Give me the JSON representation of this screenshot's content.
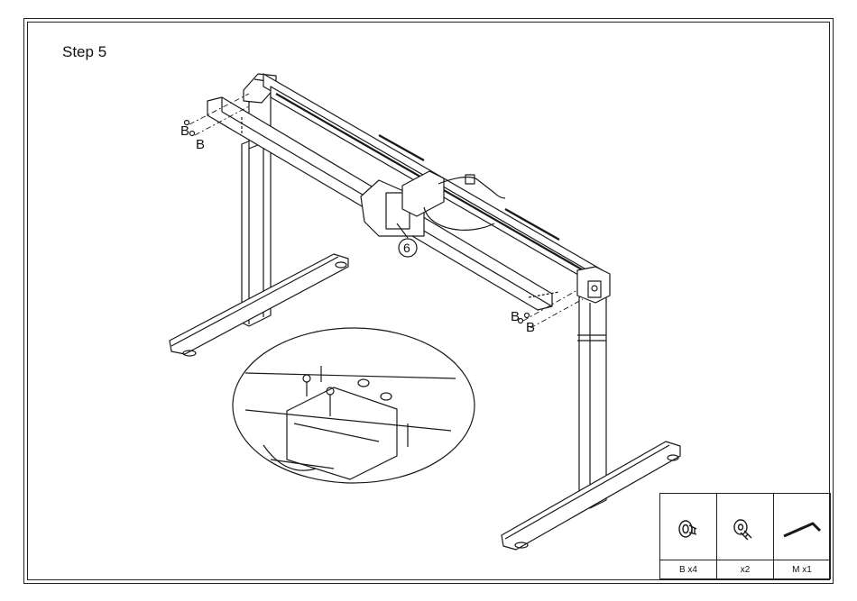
{
  "step": {
    "title": "Step 5"
  },
  "callouts": {
    "part_number": "6",
    "screw_letter": "B"
  },
  "parts": [
    {
      "name": "screw-b",
      "caption": "B x4",
      "icon": "screw-icon"
    },
    {
      "name": "screw-small",
      "caption": "x2",
      "icon": "screw-icon"
    },
    {
      "name": "hex-key-m",
      "caption": "M x1",
      "icon": "hex-key-icon"
    }
  ],
  "colors": {
    "line": "#1a1a1a",
    "background": "#ffffff"
  }
}
